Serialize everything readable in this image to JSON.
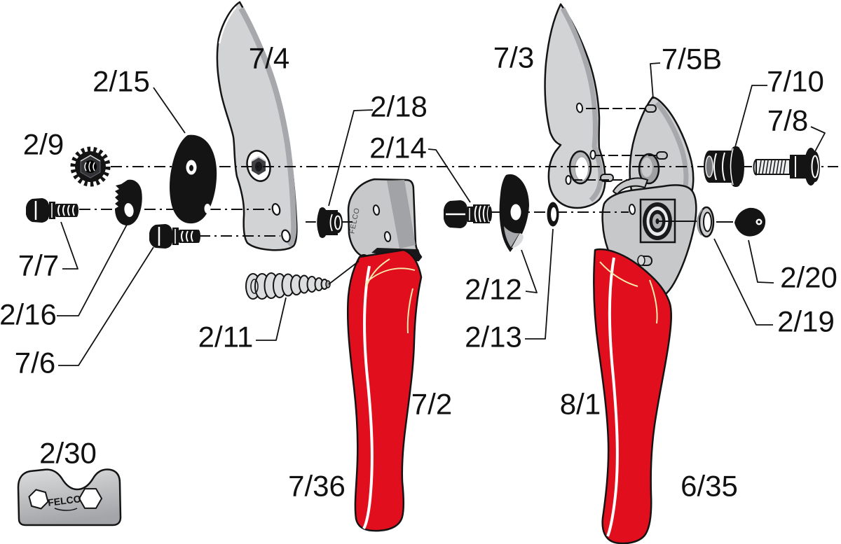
{
  "diagram": {
    "figure_type": "exploded-parts-diagram",
    "product": "FELCO pruning shear spare parts",
    "handle_engraving": "FELCO",
    "wrench_logo": "FELCO",
    "colors": {
      "felco_red": "#E10F1E",
      "part_gray": "#D2D3D5",
      "edge_gray": "#A7A8AB",
      "black": "#141414"
    },
    "labels": [
      {
        "part": "cam-plate",
        "text": "2/15"
      },
      {
        "part": "cutting-blade",
        "text": "7/4"
      },
      {
        "part": "toothed-nut",
        "text": "2/9"
      },
      {
        "part": "bolt-upper",
        "text": "7/7"
      },
      {
        "part": "pawl",
        "text": "2/16"
      },
      {
        "part": "bolt-lower",
        "text": "7/6"
      },
      {
        "part": "volute-spring",
        "text": "2/11"
      },
      {
        "part": "bushing-left",
        "text": "2/18"
      },
      {
        "part": "adjustment-bolt",
        "text": "2/14"
      },
      {
        "part": "left-handle",
        "text": "7/2"
      },
      {
        "part": "left-grip",
        "text": "7/36"
      },
      {
        "part": "wrench-plate",
        "text": "2/30"
      },
      {
        "part": "thumb-catch",
        "text": "2/12"
      },
      {
        "part": "washer-small",
        "text": "2/13"
      },
      {
        "part": "counter-blade",
        "text": "7/3"
      },
      {
        "part": "handle-head",
        "text": "7/5B"
      },
      {
        "part": "pivot-bushing",
        "text": "7/10"
      },
      {
        "part": "pivot-bolt",
        "text": "7/8"
      },
      {
        "part": "cap-nut",
        "text": "2/20"
      },
      {
        "part": "washer-right",
        "text": "2/19"
      },
      {
        "part": "right-handle",
        "text": "8/1"
      },
      {
        "part": "right-grip",
        "text": "6/35"
      }
    ]
  }
}
